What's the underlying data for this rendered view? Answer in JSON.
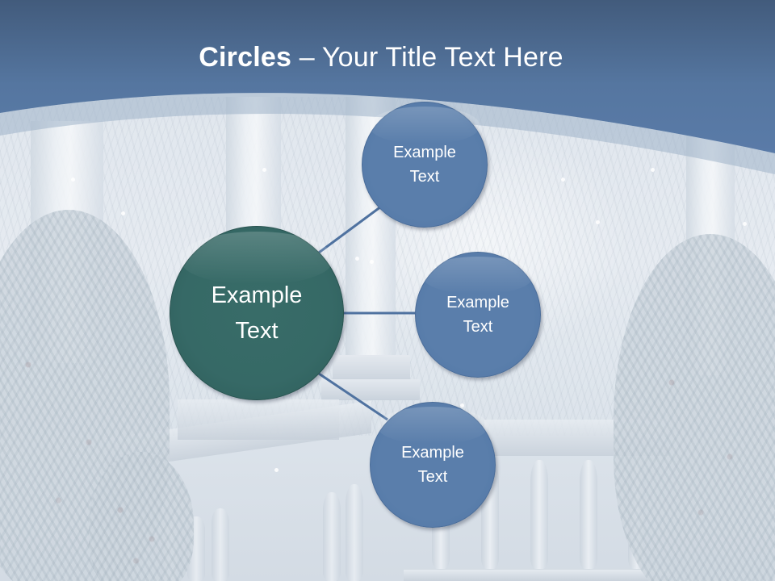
{
  "slide": {
    "title": {
      "bold": "Circles",
      "rest": " – Your Title Text Here"
    },
    "colors": {
      "header_dark": "#425b7c",
      "header_light": "#5a7ba6",
      "main_circle": "#356865",
      "sub_circle": "#5a7eab",
      "connector": "#4f72a0",
      "title_text": "#ffffff"
    }
  },
  "diagram": {
    "center": {
      "line1": "Example",
      "line2": "Text"
    },
    "nodes": [
      {
        "line1": "Example",
        "line2": "Text"
      },
      {
        "line1": "Example",
        "line2": "Text"
      },
      {
        "line1": "Example",
        "line2": "Text"
      }
    ]
  }
}
